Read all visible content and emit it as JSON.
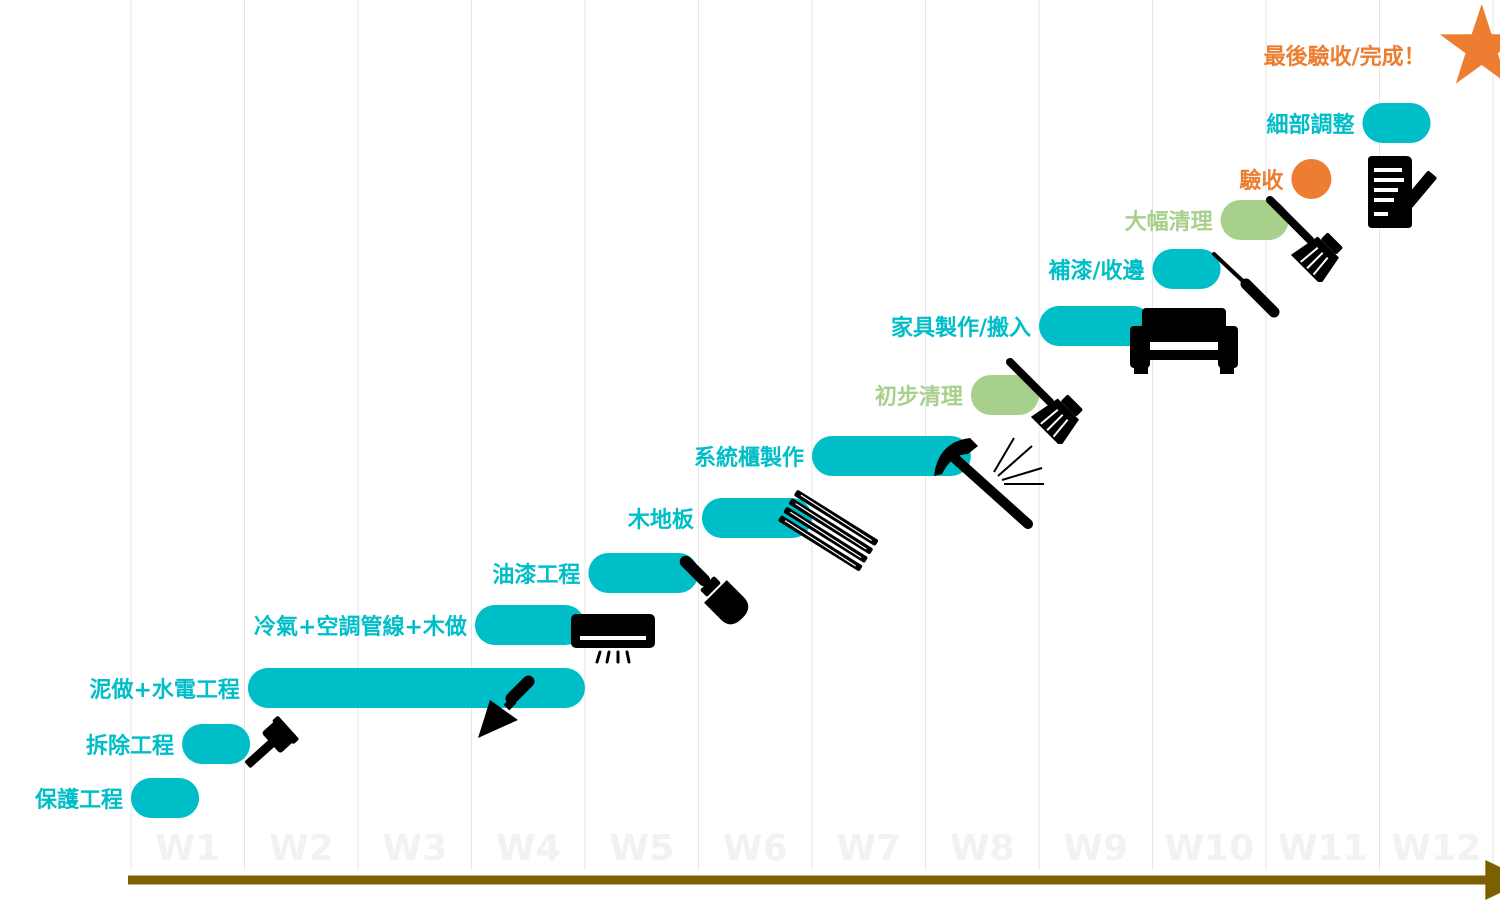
{
  "chart_data": {
    "type": "gantt",
    "title": "",
    "x_axis": {
      "unit": "week",
      "ticks": [
        "W1",
        "W2",
        "W3",
        "W4",
        "W5",
        "W6",
        "W7",
        "W8",
        "W9",
        "W10",
        "W11",
        "W12"
      ],
      "range_weeks": [
        0,
        12
      ],
      "grid": true
    },
    "tasks": [
      {
        "id": "protect",
        "label": "保護工程",
        "start": 0.0,
        "end": 0.6,
        "color_key": "teal"
      },
      {
        "id": "demolition",
        "label": "拆除工程",
        "start": 0.45,
        "end": 1.05,
        "color_key": "teal"
      },
      {
        "id": "masonry_mep",
        "label": "泥做+水電工程",
        "start": 1.03,
        "end": 4.0,
        "color_key": "teal"
      },
      {
        "id": "hvac_wood",
        "label": "冷氣+空調管線+木做",
        "start": 3.03,
        "end": 4.0,
        "color_key": "teal"
      },
      {
        "id": "painting",
        "label": "油漆工程",
        "start": 4.03,
        "end": 5.0,
        "color_key": "teal"
      },
      {
        "id": "flooring",
        "label": "木地板",
        "start": 5.03,
        "end": 6.0,
        "color_key": "teal"
      },
      {
        "id": "cabinet",
        "label": "系統櫃製作",
        "start": 6.0,
        "end": 7.4,
        "color_key": "teal"
      },
      {
        "id": "initial_clean",
        "label": "初步清理",
        "start": 7.4,
        "end": 8.0,
        "color_key": "green"
      },
      {
        "id": "furniture",
        "label": "家具製作/搬入",
        "start": 8.0,
        "end": 9.0,
        "color_key": "teal"
      },
      {
        "id": "touchup",
        "label": "補漆/收邊",
        "start": 9.0,
        "end": 9.6,
        "color_key": "teal"
      },
      {
        "id": "deep_clean",
        "label": "大幅清理",
        "start": 9.6,
        "end": 10.2,
        "color_key": "green"
      },
      {
        "id": "inspection",
        "label": "驗收",
        "start": 10.25,
        "end": 10.55,
        "color_key": "orange",
        "marker": "dot"
      },
      {
        "id": "adjust",
        "label": "細部調整",
        "start": 10.85,
        "end": 11.45,
        "color_key": "teal"
      },
      {
        "id": "final",
        "label": "最後驗收/完成！",
        "start": 11.9,
        "end": 11.9,
        "color_key": "orange",
        "marker": "star"
      }
    ]
  },
  "colors": {
    "teal": "#00BEC8",
    "green": "#A8D08D",
    "orange": "#ED7D31",
    "axis_arrow": "#7F6000",
    "grid": "#E6E6E6",
    "week_label": "#F2F2F2",
    "icon": "#000000"
  },
  "icons": [
    {
      "task": "demolition",
      "name": "hammer-icon"
    },
    {
      "task": "masonry_mep",
      "name": "trowel-icon"
    },
    {
      "task": "hvac_wood",
      "name": "air-conditioner-icon"
    },
    {
      "task": "painting",
      "name": "paintbrush-icon"
    },
    {
      "task": "flooring",
      "name": "wood-planks-icon"
    },
    {
      "task": "cabinet",
      "name": "claw-hammer-icon"
    },
    {
      "task": "initial_clean",
      "name": "broom-icon"
    },
    {
      "task": "furniture",
      "name": "sofa-icon"
    },
    {
      "task": "touchup",
      "name": "screwdriver-icon"
    },
    {
      "task": "deep_clean",
      "name": "broom-icon"
    },
    {
      "task": "inspection",
      "name": "signed-document-icon"
    }
  ]
}
